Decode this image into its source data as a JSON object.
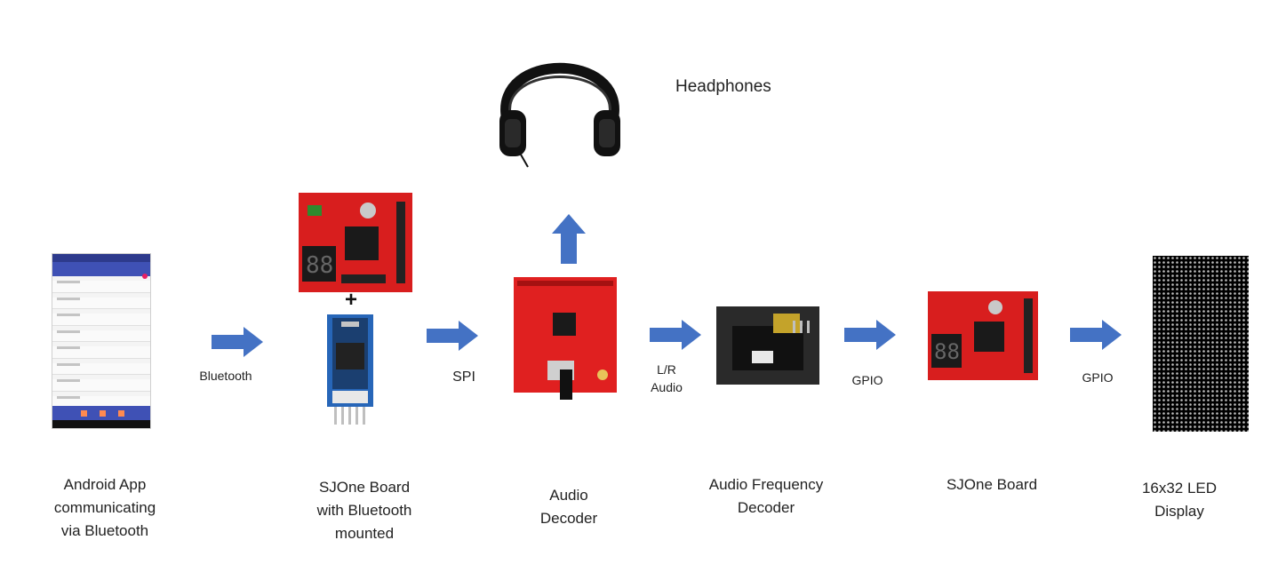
{
  "blocks": {
    "headphones": "Headphones",
    "android": [
      "Android App",
      "communicating",
      "via Bluetooth"
    ],
    "sjone_bt": [
      "SJOne Board",
      "with Bluetooth",
      "mounted"
    ],
    "audio_decoder": [
      "Audio",
      "Decoder"
    ],
    "freq_decoder": [
      "Audio Frequency",
      "Decoder"
    ],
    "sjone": "SJOne Board",
    "led": [
      "16x32 LED",
      "Display"
    ]
  },
  "connections": {
    "bluetooth": "Bluetooth",
    "spi": "SPI",
    "lr_audio": [
      "L/R",
      "Audio"
    ],
    "gpio_1": "GPIO",
    "gpio_2": "GPIO"
  },
  "colors": {
    "arrow": "#4472c4",
    "board_red": "#d81e1e",
    "pcb_dark": "#1a1a1a"
  },
  "icons": [
    "headphones-icon",
    "phone-icon",
    "board-icon",
    "bluetooth-module-icon",
    "audio-decoder-icon",
    "freq-decoder-icon",
    "led-matrix-icon"
  ]
}
